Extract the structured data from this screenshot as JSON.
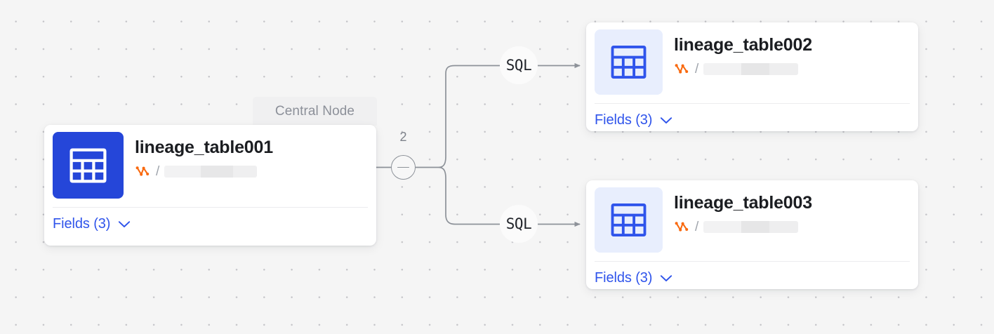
{
  "canvas": {
    "background_color": "#f5f5f5",
    "dot_color": "#c4c4c8"
  },
  "colors": {
    "primary_blue": "#2546d9",
    "link_blue": "#2f54eb",
    "icon_bg_light": "#e8eefd",
    "lineage_orange": "#f9690e",
    "edge_gray": "#8d9299",
    "title_dark": "#1b1d21"
  },
  "tooltip": {
    "label": "Central Node"
  },
  "collapse_control": {
    "count": "2",
    "icon": "minus-icon"
  },
  "edges": [
    {
      "label": "SQL",
      "from": "lineage_table001",
      "to": "lineage_table002"
    },
    {
      "label": "SQL",
      "from": "lineage_table001",
      "to": "lineage_table003"
    }
  ],
  "nodes": [
    {
      "id": "central",
      "title": "lineage_table001",
      "icon": "table-icon",
      "icon_style": "primary",
      "lineage_icon": "lineage-graph-icon",
      "separator": "/",
      "redacted_blocks": [
        {
          "width": 52,
          "color": "#f2f2f3"
        },
        {
          "width": 46,
          "color": "#e7e7e8"
        },
        {
          "width": 34,
          "color": "#efeff0"
        }
      ],
      "fields_label": "Fields (3)",
      "fields_chevron": "chevron-down-icon"
    },
    {
      "id": "table002",
      "title": "lineage_table002",
      "icon": "table-icon",
      "icon_style": "secondary",
      "lineage_icon": "lineage-graph-icon",
      "separator": "/",
      "redacted_blocks": [
        {
          "width": 54,
          "color": "#f2f2f3"
        },
        {
          "width": 40,
          "color": "#e6e6e7"
        },
        {
          "width": 41,
          "color": "#eeeeef"
        }
      ],
      "fields_label": "Fields (3)",
      "fields_chevron": "chevron-down-icon"
    },
    {
      "id": "table003",
      "title": "lineage_table003",
      "icon": "table-icon",
      "icon_style": "secondary",
      "lineage_icon": "lineage-graph-icon",
      "separator": "/",
      "redacted_blocks": [
        {
          "width": 54,
          "color": "#f2f2f3"
        },
        {
          "width": 40,
          "color": "#e6e6e7"
        },
        {
          "width": 41,
          "color": "#eeeeef"
        }
      ],
      "fields_label": "Fields (3)",
      "fields_chevron": "chevron-down-icon"
    }
  ]
}
